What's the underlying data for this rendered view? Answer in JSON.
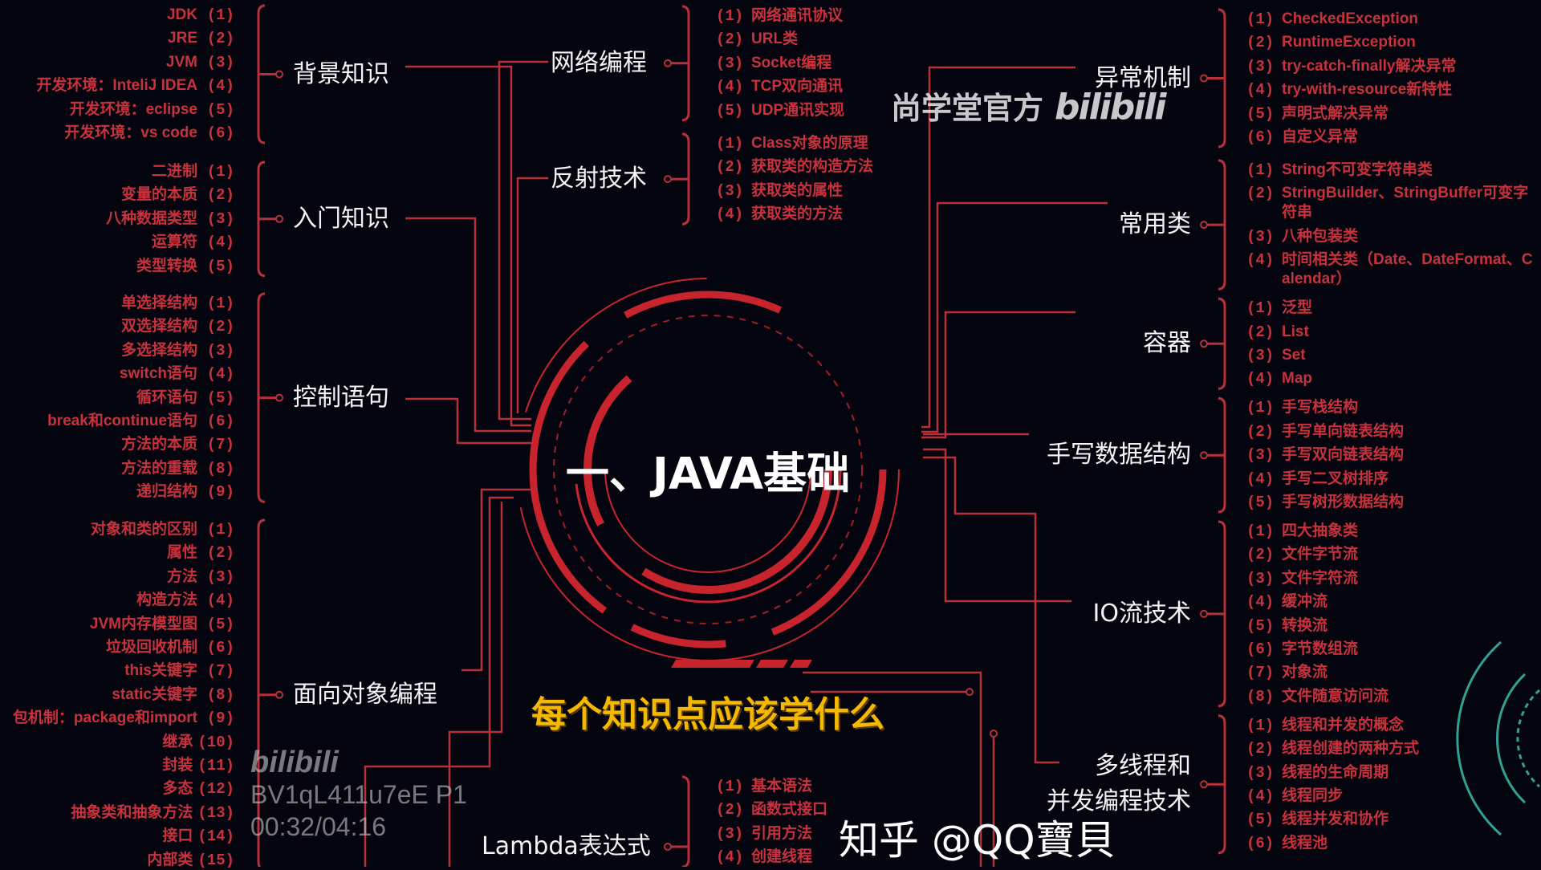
{
  "title": "一、JAVA基础",
  "subtitle": "每个知识点应该学什么",
  "watermarks": {
    "top_right_text": "尚学堂官方",
    "top_right_logo": "bilibili",
    "bottom_left_logo": "bilibili",
    "bottom_left_info": "BV1qL411u7eE P1 00:32/04:16",
    "zhihu": "知乎 @QQ寶貝"
  },
  "colors": {
    "background": "#05050f",
    "accent": "#c8323c",
    "branch_text": "#f4f4f4",
    "subtitle": "#f5b800",
    "decor": "#3cc8b4"
  },
  "left_branches": [
    {
      "title": "背景知识",
      "items": [
        "JDK",
        "JRE",
        "JVM",
        "开发环境：InteliJ IDEA",
        "开发环境：eclipse",
        "开发环境：vs code"
      ]
    },
    {
      "title": "入门知识",
      "items": [
        "二进制",
        "变量的本质",
        "八种数据类型",
        "运算符",
        "类型转换"
      ]
    },
    {
      "title": "控制语句",
      "items": [
        "单选择结构",
        "双选择结构",
        "多选择结构",
        "switch语句",
        "循环语句",
        "break和continue语句",
        "方法的本质",
        "方法的重载",
        "递归结构"
      ]
    },
    {
      "title": "面向对象编程",
      "items": [
        "对象和类的区别",
        "属性",
        "方法",
        "构造方法",
        "JVM内存模型图",
        "垃圾回收机制",
        "this关键字",
        "static关键字",
        "包机制：package和import",
        "继承",
        "封装",
        "多态",
        "抽象类和抽象方法",
        "接口",
        "内部类"
      ]
    }
  ],
  "center_branches": [
    {
      "title": "网络编程",
      "items": [
        "网络通讯协议",
        "URL类",
        "Socket编程",
        "TCP双向通讯",
        "UDP通讯实现"
      ]
    },
    {
      "title": "反射技术",
      "items": [
        "Class对象的原理",
        "获取类的构造方法",
        "获取类的属性",
        "获取类的方法"
      ]
    },
    {
      "title": "Lambda表达式",
      "items": [
        "基本语法",
        "函数式接口",
        "引用方法",
        "创建线程"
      ]
    }
  ],
  "right_branches": [
    {
      "title": "异常机制",
      "items": [
        "CheckedException",
        "RuntimeException",
        "try-catch-finally解决异常",
        "try-with-resource新特性",
        "声明式解决异常",
        "自定义异常"
      ]
    },
    {
      "title": "常用类",
      "items": [
        "String不可变字符串类",
        "StringBuilder、StringBuffer可变字符串",
        "八种包装类",
        "时间相关类（Date、DateFormat、Calendar）"
      ]
    },
    {
      "title": "容器",
      "items": [
        "泛型",
        "List",
        "Set",
        "Map"
      ]
    },
    {
      "title": "手写数据结构",
      "items": [
        "手写栈结构",
        "手写单向链表结构",
        "手写双向链表结构",
        "手写二叉树排序",
        "手写树形数据结构"
      ]
    },
    {
      "title": "IO流技术",
      "items": [
        "四大抽象类",
        "文件字节流",
        "文件字符流",
        "缓冲流",
        "转换流",
        "字节数组流",
        "对象流",
        "文件随意访问流"
      ]
    },
    {
      "title": "多线程和\n并发编程技术",
      "items": [
        "线程和并发的概念",
        "线程创建的两种方式",
        "线程的生命周期",
        "线程同步",
        "线程并发和协作",
        "线程池"
      ]
    }
  ]
}
